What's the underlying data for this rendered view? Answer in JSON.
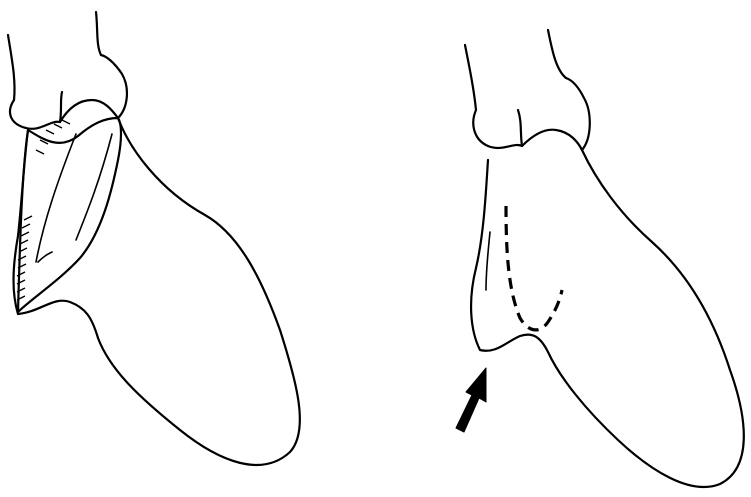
{
  "figure": {
    "panels": [
      {
        "id": "left",
        "description": ""
      },
      {
        "id": "right",
        "description": ""
      }
    ],
    "colors": {
      "ink": "#000000",
      "background": "#ffffff"
    },
    "markers": {
      "arrow": "arrow-icon",
      "dashed_line": "dashed-outline"
    }
  }
}
